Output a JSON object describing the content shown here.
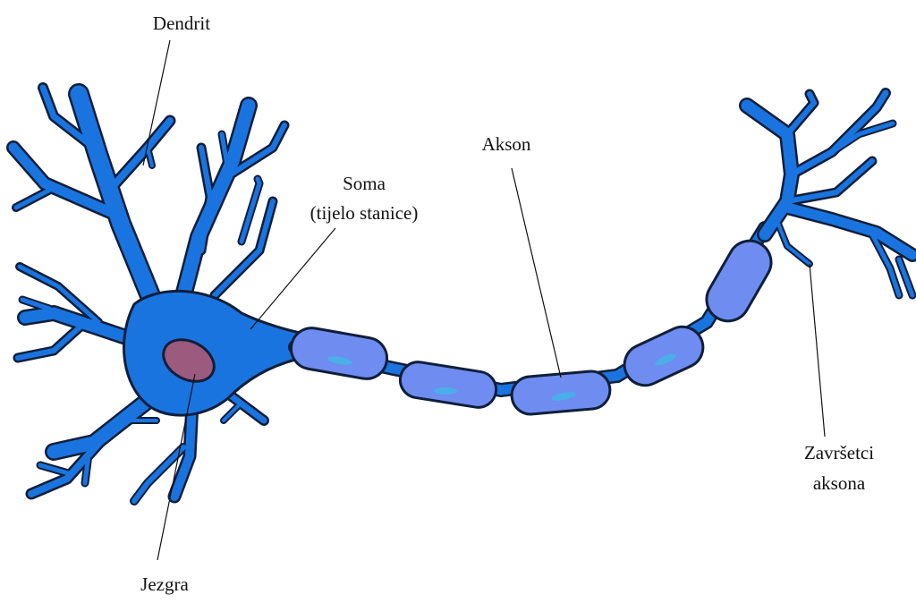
{
  "labels": {
    "dendrite": "Dendrit",
    "soma_line1": "Soma",
    "soma_line2": "(tijelo stanice)",
    "axon": "Akson",
    "terminals_line1": "Završetci",
    "terminals_line2": "aksona",
    "nucleus": "Jezgra"
  },
  "colors": {
    "neuron_body": "#1a74e0",
    "myelin_sheath": "#6f8cf0",
    "schwann_nucleus": "#4aaee8",
    "nucleus": "#9b5a7e",
    "outline": "#0f1f3a",
    "leader_line": "#111111"
  }
}
